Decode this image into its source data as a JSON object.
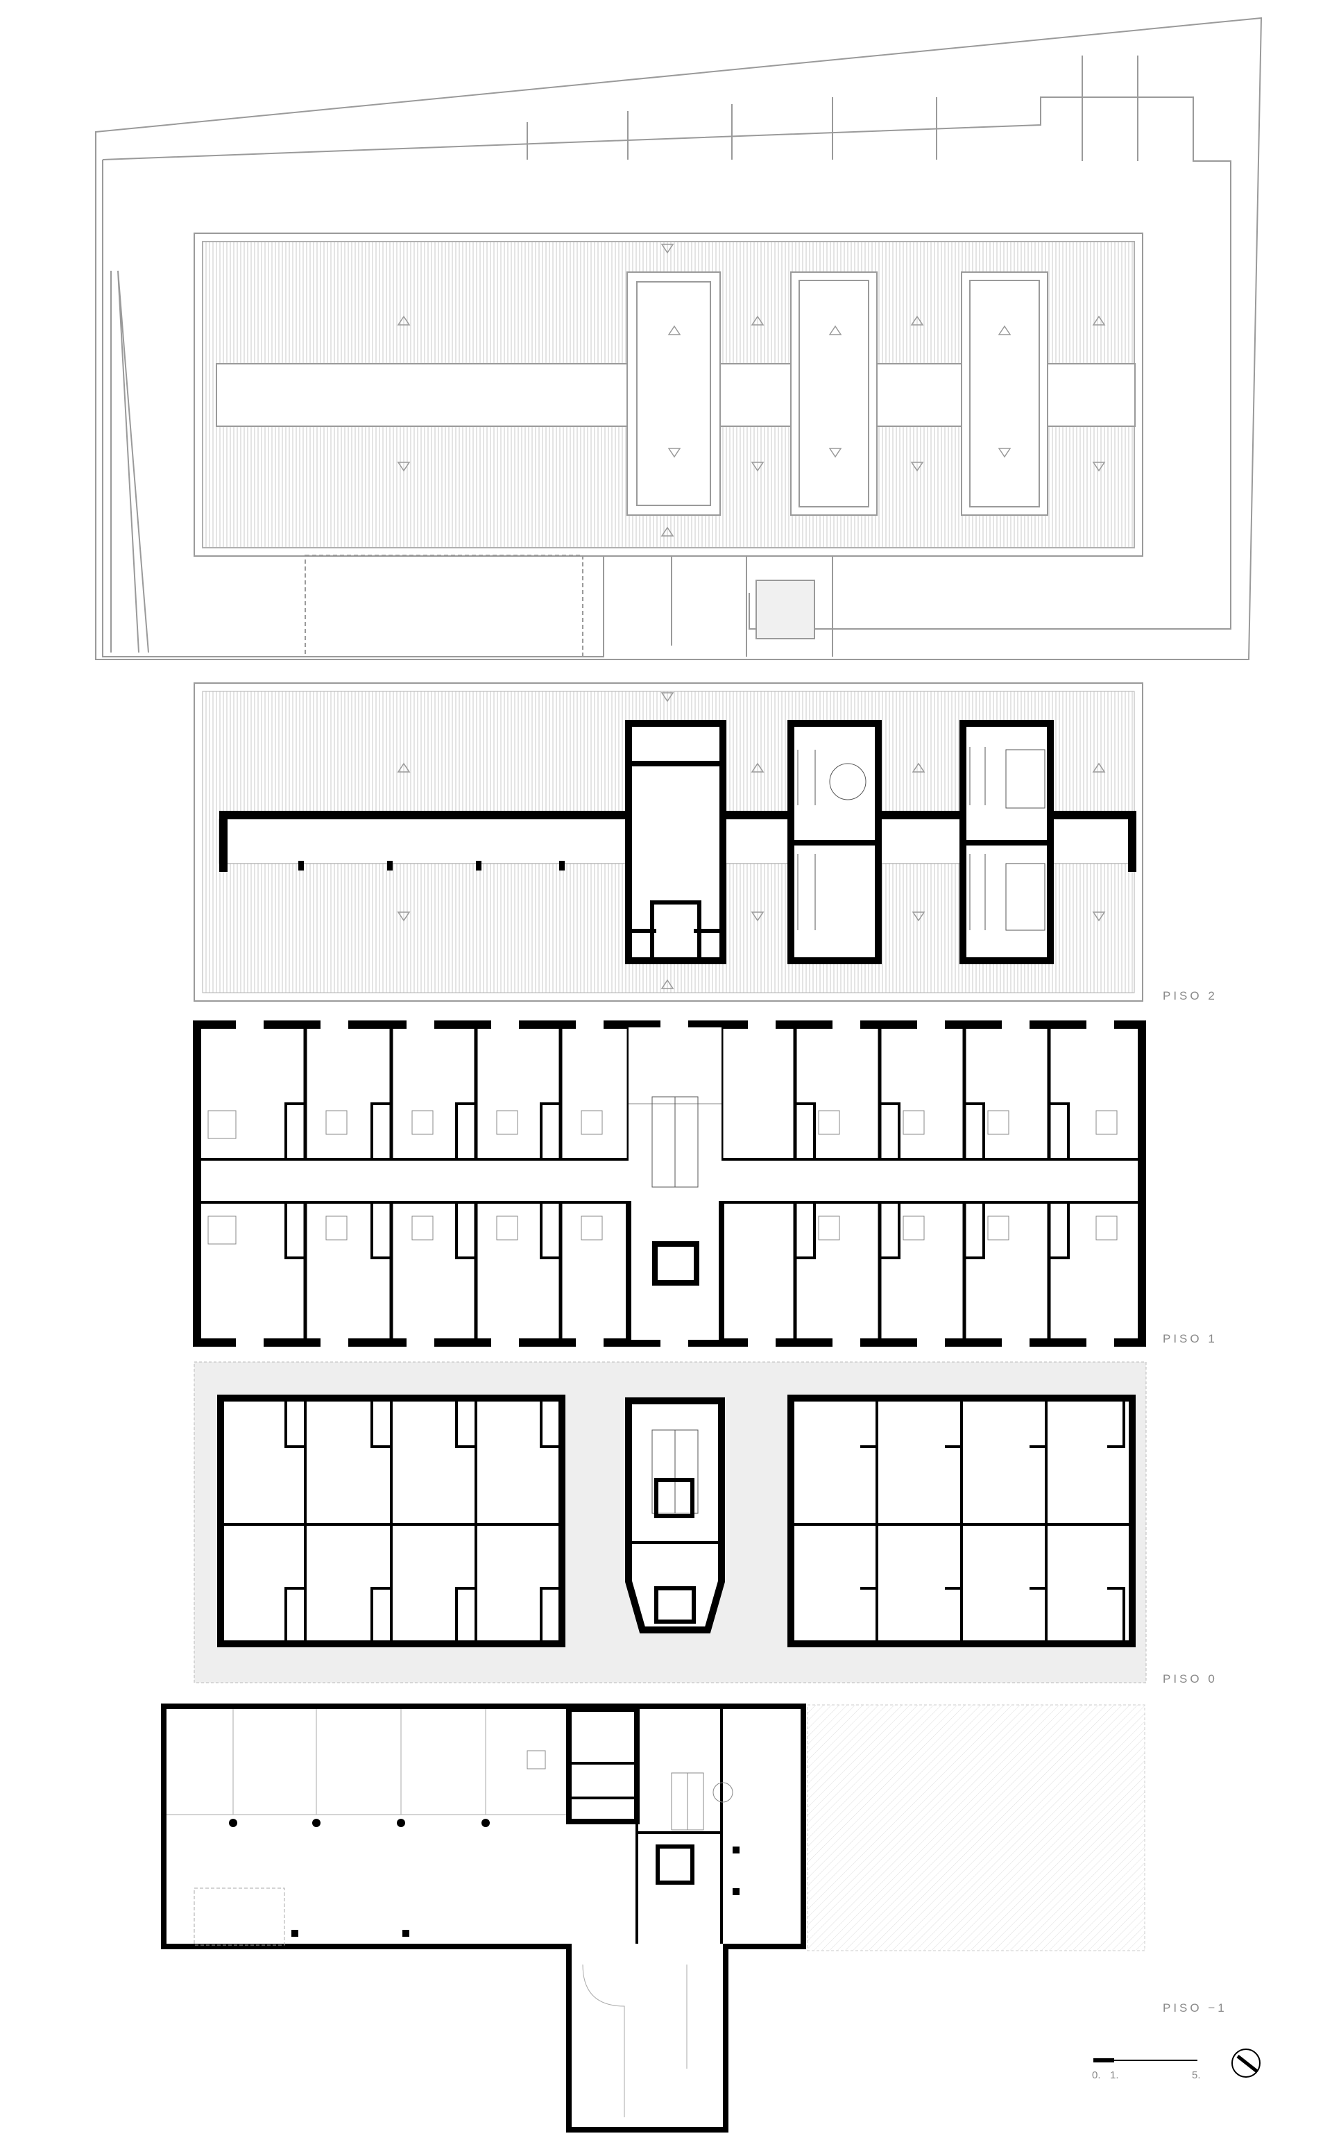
{
  "drawing": {
    "levels": [
      {
        "id": "roof",
        "label": ""
      },
      {
        "id": "piso2",
        "label": "PISO 2"
      },
      {
        "id": "piso1",
        "label": "PISO 1"
      },
      {
        "id": "piso0",
        "label": "PISO 0"
      },
      {
        "id": "piso-1",
        "label": "PISO −1"
      }
    ],
    "scale_bar": {
      "labels": [
        "0.",
        "1.",
        "5."
      ]
    },
    "north_arrow": {
      "icon": "north-arrow-icon"
    },
    "colors": {
      "wall": "#000000",
      "line": "#9a9a9a",
      "fill": "#eeeeee",
      "label": "#8a8a8a"
    }
  }
}
